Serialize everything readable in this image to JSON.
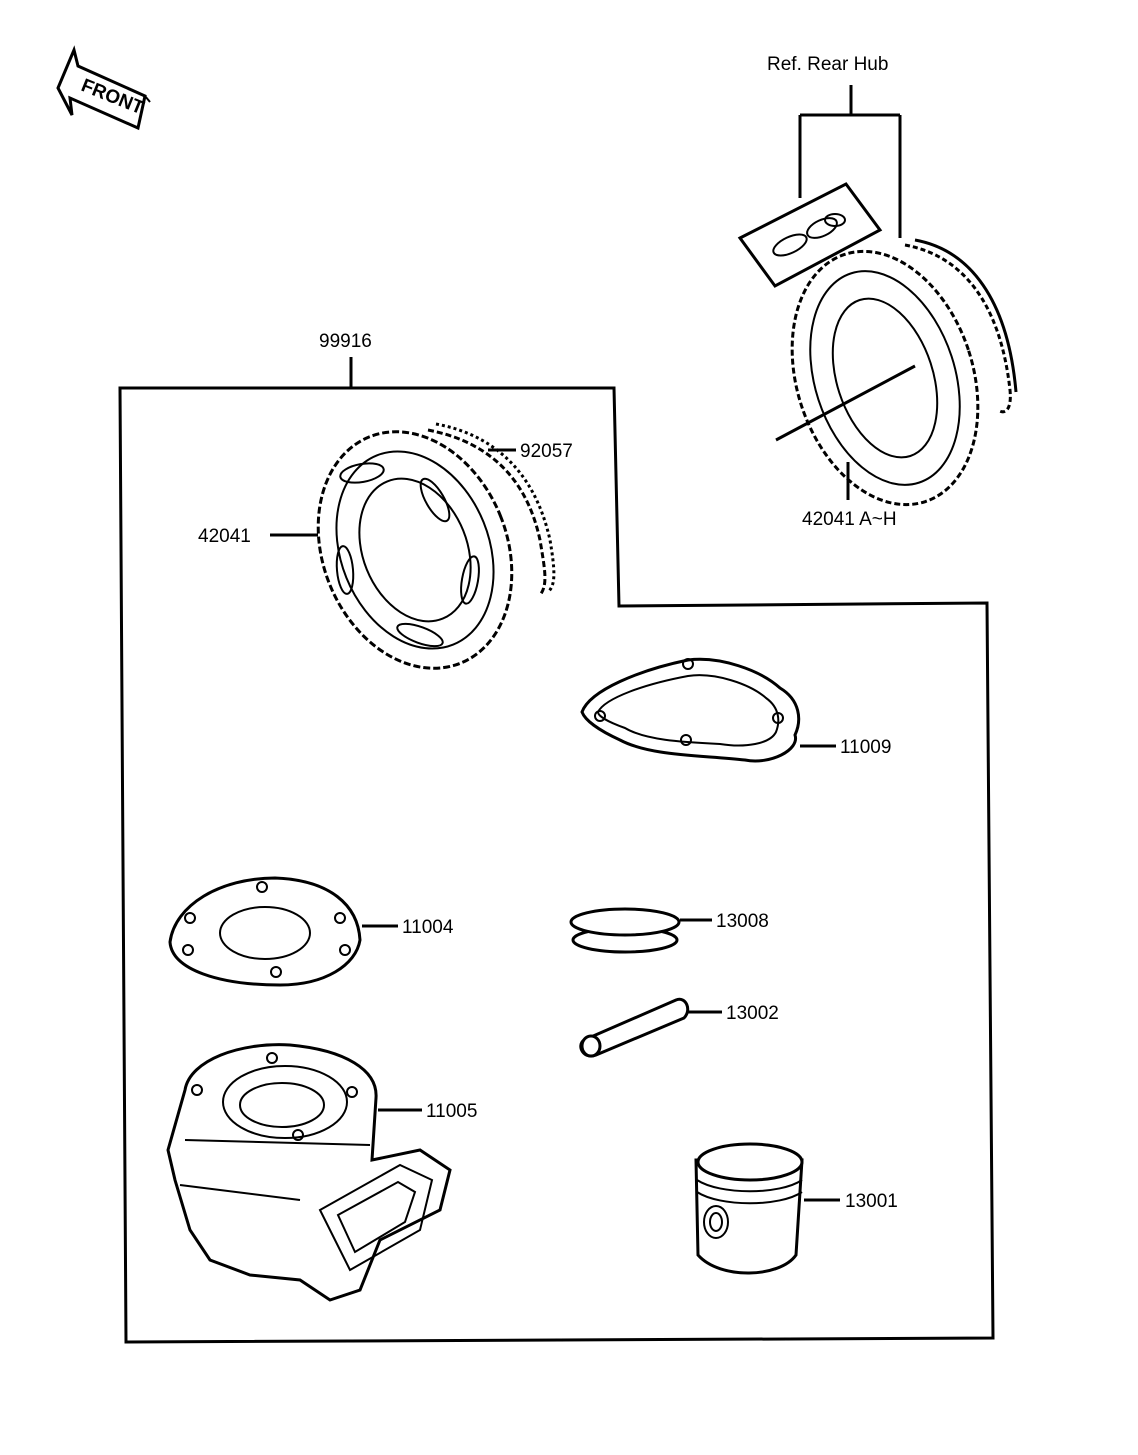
{
  "front_arrow": {
    "label": "FRONT"
  },
  "ref_rear_hub": {
    "label": "Ref. Rear Hub"
  },
  "kit": {
    "label": "99916"
  },
  "parts": {
    "sprocket_ref": {
      "label": "42041 A~H"
    },
    "chain": {
      "label": "92057"
    },
    "sprocket": {
      "label": "42041"
    },
    "base_gasket": {
      "label": "11009"
    },
    "head_gasket": {
      "label": "11004"
    },
    "piston_ring_set": {
      "label": "13008"
    },
    "piston_pin": {
      "label": "13002"
    },
    "cylinder": {
      "label": "11005"
    },
    "piston": {
      "label": "13001"
    }
  }
}
